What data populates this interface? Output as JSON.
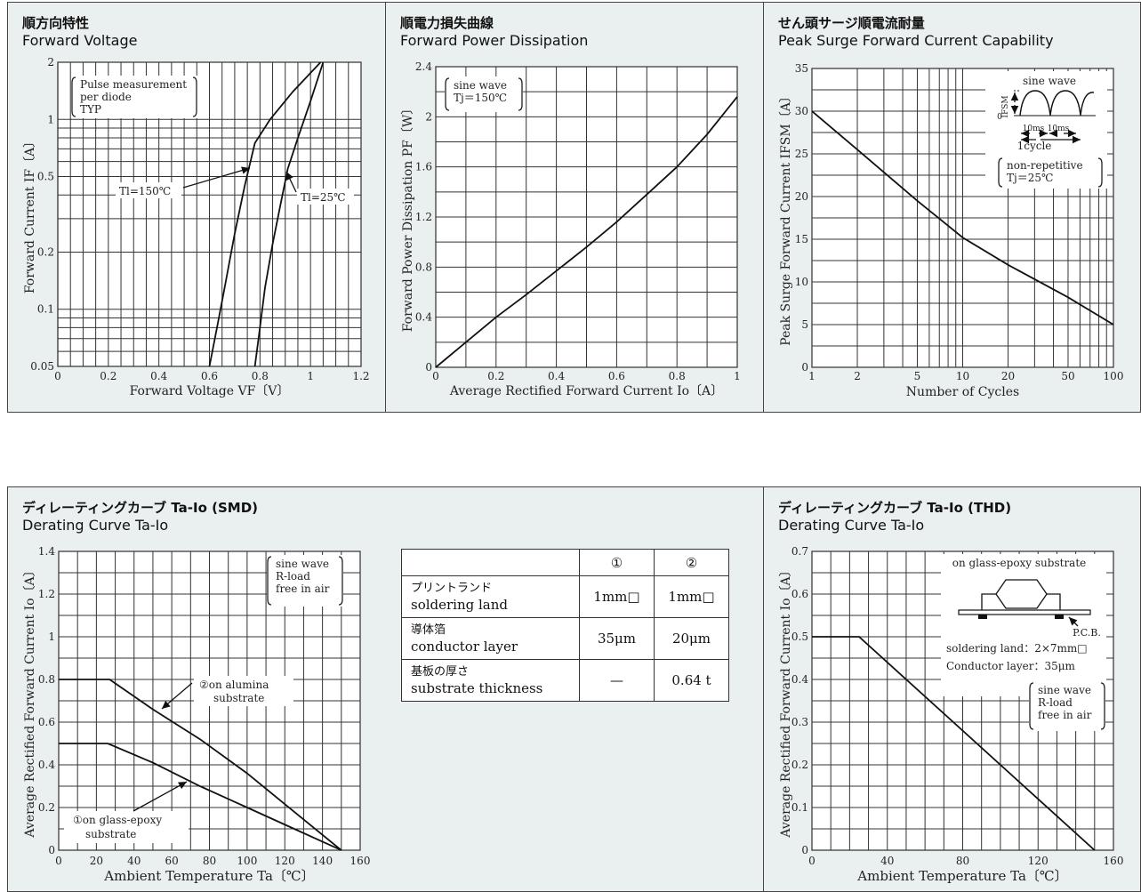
{
  "panels": {
    "p1": {
      "title_jp": "順方向特性",
      "title_en": "Forward Voltage"
    },
    "p2": {
      "title_jp": "順電力損失曲線",
      "title_en": "Forward Power Dissipation"
    },
    "p3": {
      "title_jp": "せん頭サージ順電流耐量",
      "title_en": "Peak Surge Forward Current Capability"
    },
    "p4": {
      "title_jp": "ディレーティングカーブ Ta-Io (SMD)",
      "title_en": "Derating Curve Ta-Io"
    },
    "p5": {
      "title_jp": "ディレーティングカーブ Ta-Io (THD)",
      "title_en": "Derating Curve Ta-Io"
    }
  },
  "table": {
    "headers": [
      "①",
      "②"
    ],
    "rows": [
      {
        "jp": "プリントランド",
        "en": "soldering land",
        "c1": "1mm□",
        "c2": "1mm□"
      },
      {
        "jp": "導体箔",
        "en": "conductor layer",
        "c1": "35μm",
        "c2": "20μm"
      },
      {
        "jp": "基板の厚さ",
        "en": "substrate thickness",
        "c1": "—",
        "c2": "0.64 t"
      }
    ]
  },
  "chart_data": [
    {
      "id": "p1",
      "type": "line",
      "xlabel": "Forward Voltage VF〔V〕",
      "ylabel": "Forward Current IF〔A〕",
      "xlim": [
        0,
        1.2
      ],
      "ylim": [
        0.05,
        2
      ],
      "yscale": "log",
      "x_ticks": [
        "0",
        "0.2",
        "0.4",
        "0.6",
        "0.8",
        "1",
        "1.2"
      ],
      "y_ticks": [
        "0.05",
        "0.1",
        "0.2",
        "0.5",
        "1",
        "2"
      ],
      "annotations": [
        "Pulse measurement",
        "per diode",
        "TYP",
        "Tl=150℃",
        "Tl=25℃"
      ],
      "series": [
        {
          "name": "Tl=150℃",
          "x": [
            0.6,
            0.63,
            0.66,
            0.7,
            0.74,
            0.78,
            0.84,
            0.93,
            1.04
          ],
          "y": [
            0.05,
            0.08,
            0.13,
            0.25,
            0.45,
            0.75,
            1.0,
            1.4,
            2.0
          ]
        },
        {
          "name": "Tl=25℃",
          "x": [
            0.78,
            0.8,
            0.82,
            0.85,
            0.88,
            0.91,
            0.95,
            1.0,
            1.05
          ],
          "y": [
            0.05,
            0.08,
            0.13,
            0.22,
            0.35,
            0.55,
            0.8,
            1.25,
            2.0
          ]
        }
      ]
    },
    {
      "id": "p2",
      "type": "line",
      "xlabel": "Average Rectified Forward Current Io〔A〕",
      "ylabel": "Forward Power Dissipation PF〔W〕",
      "xlim": [
        0,
        1
      ],
      "ylim": [
        0,
        2.4
      ],
      "x_ticks": [
        "0",
        "0.2",
        "0.4",
        "0.6",
        "0.8",
        "1"
      ],
      "y_ticks": [
        "0",
        "0.4",
        "0.8",
        "1.2",
        "1.6",
        "2",
        "2.4"
      ],
      "annotations": [
        "sine wave",
        "Tj＝150℃"
      ],
      "series": [
        {
          "x": [
            0,
            0.1,
            0.2,
            0.3,
            0.4,
            0.5,
            0.6,
            0.7,
            0.8,
            0.9,
            1.0
          ],
          "y": [
            0,
            0.2,
            0.4,
            0.58,
            0.77,
            0.96,
            1.16,
            1.38,
            1.6,
            1.86,
            2.16
          ]
        }
      ]
    },
    {
      "id": "p3",
      "type": "line",
      "xlabel": "Number of Cycles",
      "ylabel": "Peak Surge Forward Current IFSM〔A〕",
      "xlim": [
        1,
        100
      ],
      "xscale": "log",
      "ylim": [
        0,
        35
      ],
      "x_ticks": [
        "1",
        "2",
        "5",
        "10",
        "20",
        "50",
        "100"
      ],
      "y_ticks": [
        "0",
        "5",
        "10",
        "15",
        "20",
        "25",
        "30",
        "35"
      ],
      "annotations": [
        "sine wave",
        "IFSM",
        "0",
        "10ms",
        "10ms",
        "1cycle",
        "non-repetitive",
        "Tj＝25℃"
      ],
      "series": [
        {
          "x": [
            1,
            2,
            5,
            10,
            20,
            50,
            100
          ],
          "y": [
            30,
            25.5,
            19.5,
            15.2,
            12,
            8.2,
            5
          ]
        }
      ]
    },
    {
      "id": "p4",
      "type": "line",
      "xlabel": "Ambient Temperature Ta〔℃〕",
      "ylabel": "Average Rectified Forward Current Io〔A〕",
      "xlim": [
        0,
        160
      ],
      "ylim": [
        0,
        1.4
      ],
      "x_ticks": [
        "0",
        "20",
        "40",
        "60",
        "80",
        "100",
        "120",
        "140",
        "160"
      ],
      "y_ticks": [
        "0",
        "0.2",
        "0.4",
        "0.6",
        "0.8",
        "1",
        "1.2",
        "1.4"
      ],
      "annotations": [
        "sine wave",
        "R-load",
        "free in air",
        "②on alumina",
        "substrate",
        "①on glass-epoxy",
        "substrate"
      ],
      "series": [
        {
          "name": "②on alumina substrate",
          "x": [
            0,
            27,
            50,
            75,
            100,
            125,
            150
          ],
          "y": [
            0.8,
            0.8,
            0.66,
            0.52,
            0.36,
            0.18,
            0
          ]
        },
        {
          "name": "①on glass-epoxy substrate",
          "x": [
            0,
            26,
            50,
            75,
            100,
            125,
            150
          ],
          "y": [
            0.5,
            0.5,
            0.41,
            0.3,
            0.2,
            0.1,
            0
          ]
        }
      ]
    },
    {
      "id": "p5",
      "type": "line",
      "xlabel": "Ambient Temperature Ta〔℃〕",
      "ylabel": "Average Rectified Forward Current Io〔A〕",
      "xlim": [
        0,
        160
      ],
      "ylim": [
        0,
        0.7
      ],
      "x_ticks": [
        "0",
        "40",
        "80",
        "120",
        "160"
      ],
      "y_ticks": [
        "0",
        "0.1",
        "0.2",
        "0.3",
        "0.4",
        "0.5",
        "0.6",
        "0.7"
      ],
      "annotations": [
        "on glass-epoxy substrate",
        "P.C.B.",
        "soldering land：2×7mm□",
        "Conductor layer：35μm",
        "sine wave",
        "R-load",
        "free in air"
      ],
      "series": [
        {
          "x": [
            0,
            25,
            150
          ],
          "y": [
            0.5,
            0.5,
            0
          ]
        }
      ]
    }
  ]
}
